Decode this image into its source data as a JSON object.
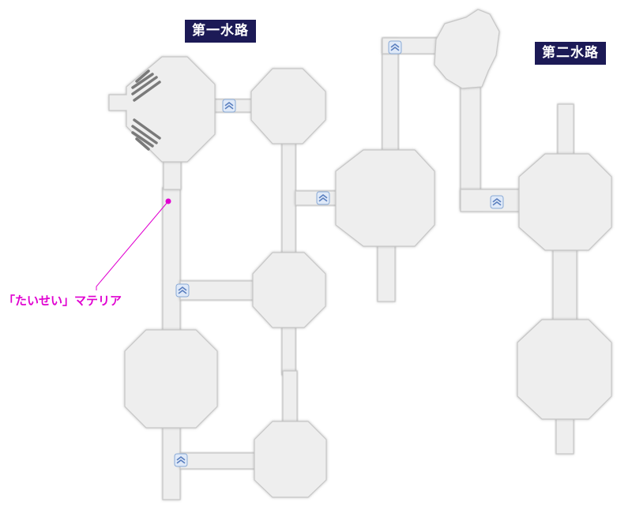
{
  "areas": {
    "area1": "第一水路",
    "area2": "第二水路"
  },
  "item": {
    "label": "「たいせい」マテリア",
    "marker_icon": "item-marker-icon",
    "color": "#e000d0"
  },
  "icons": {
    "door": "door-chevron-icon"
  },
  "colors": {
    "floor": "#eeeeee",
    "label_bg": "#1c1a56",
    "door": "#8aaad6"
  }
}
